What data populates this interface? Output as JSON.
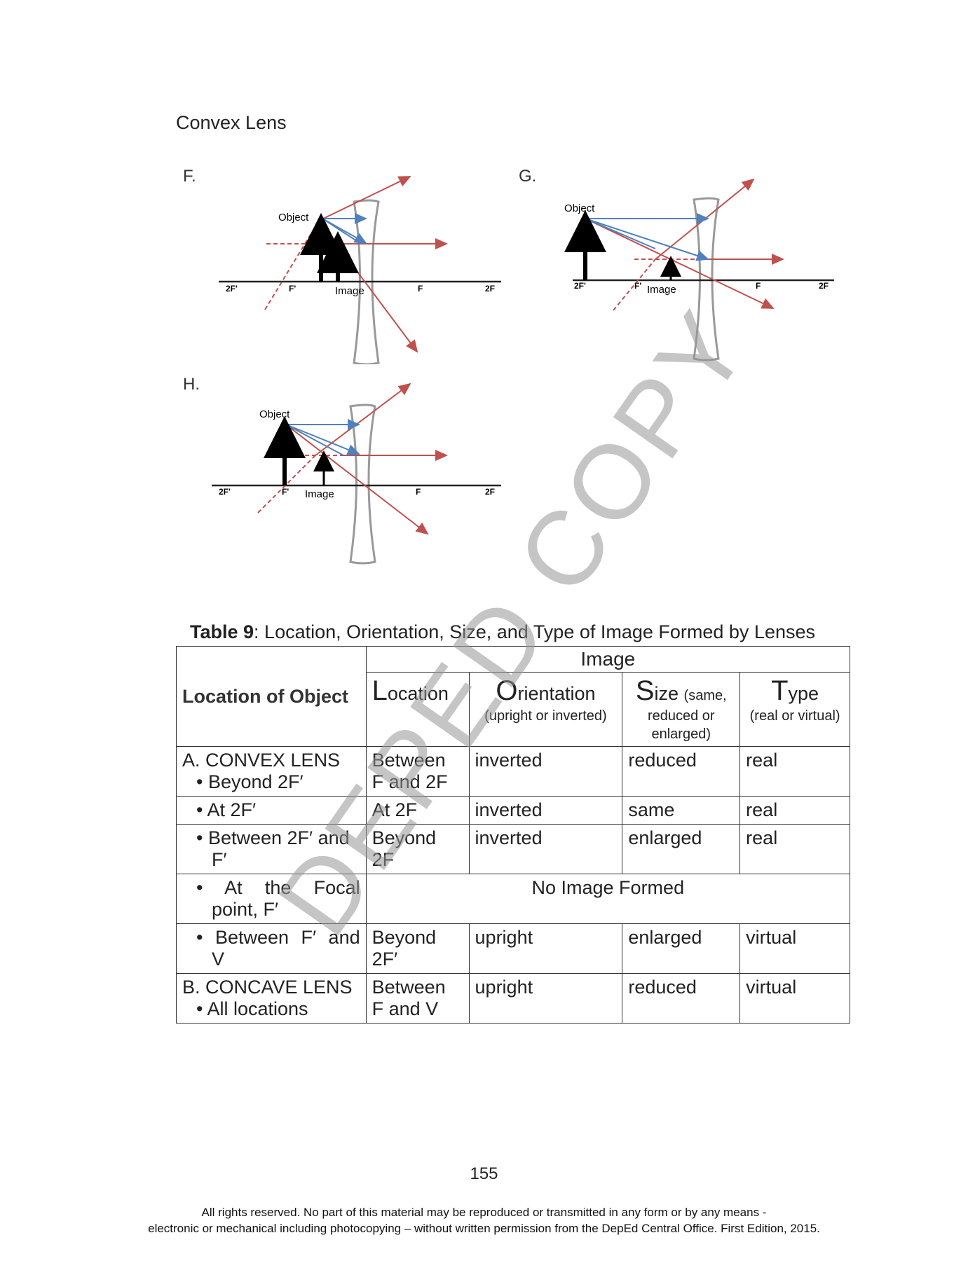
{
  "section_title": "Convex Lens",
  "diagrams": [
    {
      "label": "F.",
      "object_label": "Object",
      "image_label": "Image",
      "axis_labels": [
        "2F'",
        "F'",
        "F",
        "2F"
      ]
    },
    {
      "label": "G.",
      "object_label": "Object",
      "image_label": "Image",
      "axis_labels": [
        "2F'",
        "F'",
        "F",
        "2F"
      ]
    },
    {
      "label": "H.",
      "object_label": "Object",
      "image_label": "Image",
      "axis_labels": [
        "2F'",
        "F'",
        "F",
        "2F"
      ]
    }
  ],
  "watermark": "DEPED COPY",
  "table": {
    "caption_bold": "Table 9",
    "caption_rest": ": Location, Orientation, Size, and Type of Image Formed by Lenses",
    "image_header": "Image",
    "location_of_object_header": "Location of Object",
    "col_location": {
      "initial": "L",
      "rest": "ocation"
    },
    "col_orientation": {
      "initial": "O",
      "rest": "rientation",
      "sub": "(upright or inverted)"
    },
    "col_size": {
      "initial": "S",
      "rest": "ize",
      "sub_inline": "(same,",
      "sub": "reduced or enlarged)"
    },
    "col_type": {
      "initial": "T",
      "rest": "ype",
      "sub": "(real or virtual)"
    },
    "rows": [
      {
        "group": "A. CONVEX LENS",
        "object": "• Beyond 2F′",
        "location": [
          "Between",
          "F and 2F"
        ],
        "orientation": "inverted",
        "size": "reduced",
        "type": "real"
      },
      {
        "object": "• At 2F′",
        "location": [
          "At 2F"
        ],
        "orientation": "inverted",
        "size": "same",
        "type": "real"
      },
      {
        "object": [
          "• Between 2F′ and",
          "F′"
        ],
        "location": [
          "Beyond",
          "2F"
        ],
        "orientation": "inverted",
        "size": "enlarged",
        "type": "real"
      },
      {
        "object": [
          "• At the Focal",
          "point, F′"
        ],
        "merged": "No Image Formed"
      },
      {
        "object": [
          "• Between F′ and",
          "V"
        ],
        "location": [
          "Beyond",
          "2F′"
        ],
        "orientation": "upright",
        "size": "enlarged",
        "type": "virtual"
      },
      {
        "group": "B. CONCAVE LENS",
        "object": "• All locations",
        "location": [
          "Between",
          "F and V"
        ],
        "orientation": "upright",
        "size": "reduced",
        "type": "virtual"
      }
    ]
  },
  "page_number": "155",
  "footer": [
    "All rights reserved. No part of this material may be reproduced or transmitted in any form or by any means -",
    "electronic or mechanical including photocopying – without written permission from the DepEd Central Office. First Edition, 2015."
  ],
  "colors": {
    "ray_red": "#c0504d",
    "ray_blue": "#4f81bd",
    "lens": "#999999",
    "axis": "#222222"
  }
}
